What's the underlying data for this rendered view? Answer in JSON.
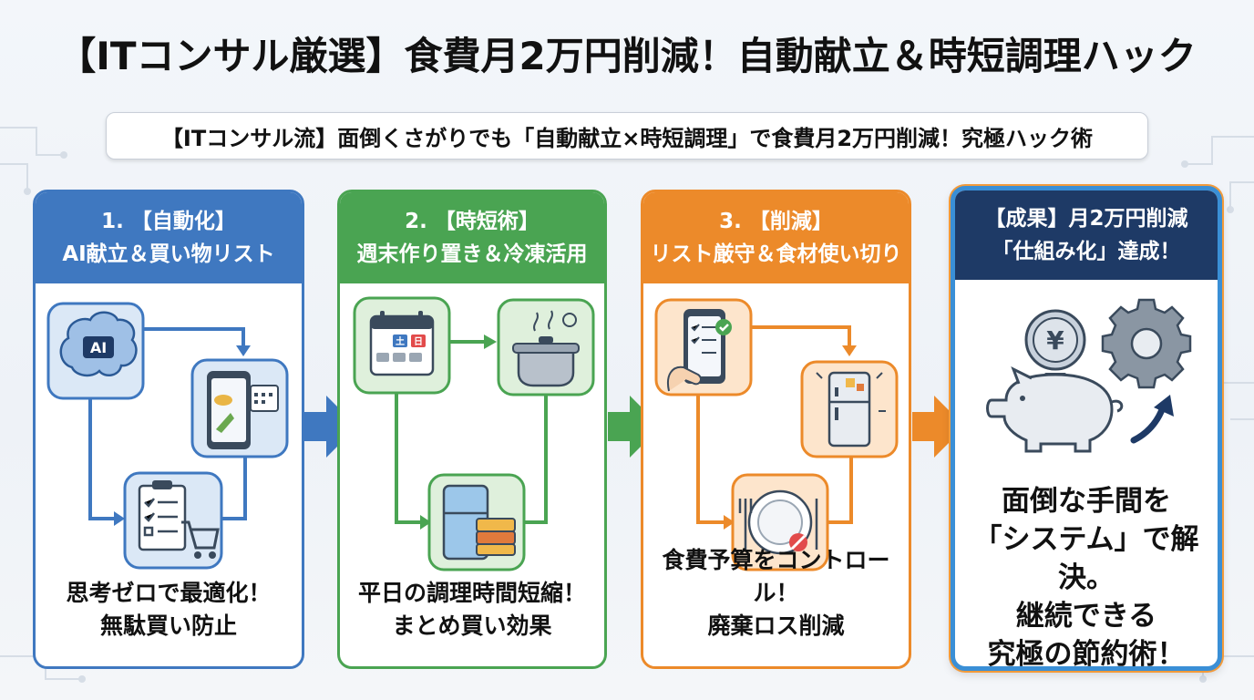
{
  "title": "【ITコンサル厳選】食費月2万円削減！自動献立＆時短調理ハック",
  "subtitle": "【ITコンサル流】面倒くさがりでも「自動献立×時短調理」で食費月2万円削減！究極ハック術",
  "colors": {
    "blue": "#3f78c0",
    "green": "#4aa452",
    "orange": "#ec8a2a",
    "navy": "#1e3a66"
  },
  "steps": [
    {
      "title_line1": "1. 【自動化】",
      "title_line2": "AI献立＆買い物リスト",
      "icon_label": "AI",
      "footer_line1": "思考ゼロで最適化！",
      "footer_line2": "無駄買い防止"
    },
    {
      "title_line1": "2. 【時短術】",
      "title_line2": "週末作り置き＆冷凍活用",
      "calendar_day1": "土",
      "calendar_day2": "日",
      "footer_line1": "平日の調理時間短縮！",
      "footer_line2": "まとめ買い効果"
    },
    {
      "title_line1": "3. 【削減】",
      "title_line2": "リスト厳守＆食材使い切り",
      "footer_line1": "食費予算をコントロール！",
      "footer_line2": "廃棄ロス削減"
    }
  ],
  "result": {
    "title_line1": "【成果】月2万円削減",
    "title_line2": "「仕組み化」達成！",
    "coin_symbol": "¥",
    "body_line1": "面倒な手間を",
    "body_line2": "「システム」で解決。",
    "body_line3": "継続できる",
    "body_line4": "究極の節約術！"
  }
}
